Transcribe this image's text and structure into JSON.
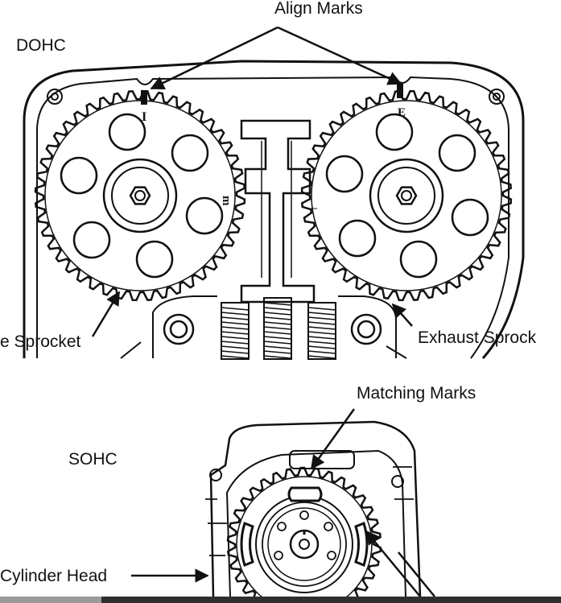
{
  "labels": {
    "align_marks": "Align Marks",
    "dohc": "DOHC",
    "intake_sprocket": "e Sprocket",
    "exhaust_sprocket": "Exhaust Sprock",
    "matching_marks": "Matching Marks",
    "sohc": "SOHC",
    "cylinder_head": "Cylinder Head"
  },
  "stamps": {
    "intake_top": "I",
    "exhaust_top": "E",
    "intake_side": "m",
    "exhaust_side": "—"
  },
  "colors": {
    "ink": "#111111",
    "paper": "#ffffff",
    "bar": "#2e2e2e"
  }
}
